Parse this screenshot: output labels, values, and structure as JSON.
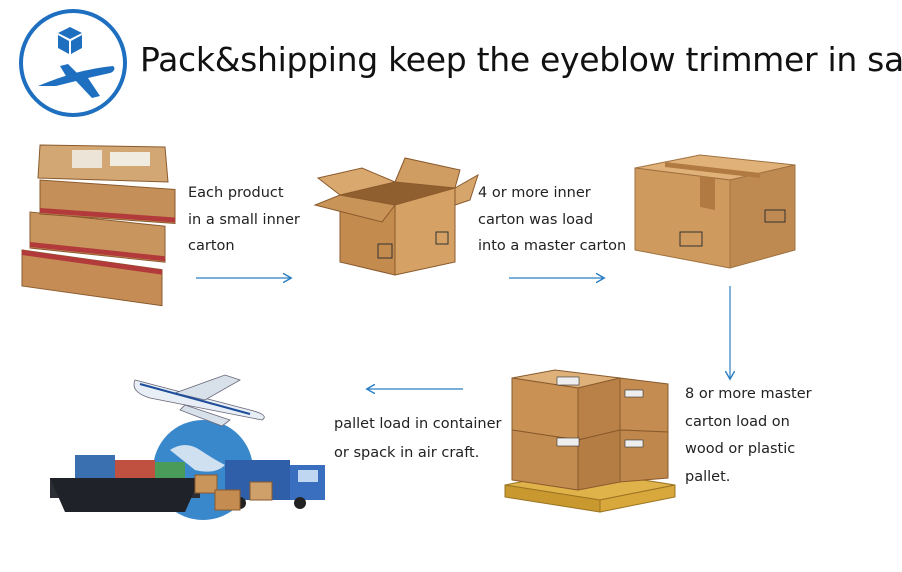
{
  "title": "Pack&shipping keep the eyeblow trimmer in safe",
  "steps": [
    {
      "lines": [
        "Each product",
        "in a small inner",
        "carton"
      ]
    },
    {
      "lines": [
        "4 or more inner",
        "carton was load",
        "into a master carton"
      ]
    },
    {
      "lines": [
        "8 or more master",
        "carton load on",
        "wood or plastic",
        "pallet."
      ]
    },
    {
      "lines": [
        "pallet load in container",
        "or spack in air craft."
      ]
    }
  ],
  "icons": [
    "logo-box-plane-icon",
    "parcel-stack-image",
    "open-box-image",
    "sealed-box-image",
    "pallet-boxes-image",
    "transport-image"
  ],
  "colors": {
    "accent": "#1e6fbf",
    "arrow": "#2a7fc4",
    "cardboard": "#c9955a"
  }
}
